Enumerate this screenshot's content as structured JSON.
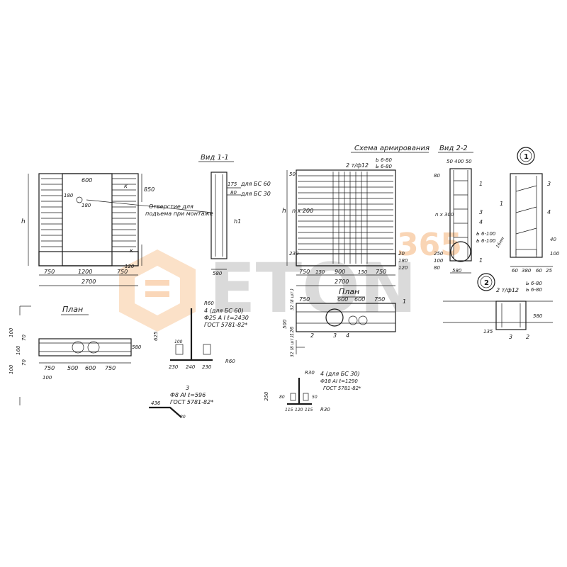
{
  "views": {
    "section_1_1": "Вид 1-1",
    "reinforcement_scheme": "Схема армирования",
    "section_2_2": "Вид 2-2",
    "plan_left": "План",
    "plan_right": "План"
  },
  "callouts": {
    "c1": "1",
    "c2": "2"
  },
  "front": {
    "d600": "600",
    "d850": "850",
    "d180": "180",
    "d180b": "180",
    "d120": "120",
    "k_top": "к",
    "k_bot": "к",
    "h": "h",
    "hole_note": "Отверстие для",
    "hole_note2": "подъема при монтаже",
    "b750a": "750",
    "b1200": "1200",
    "b750b": "750",
    "b2700": "2700"
  },
  "side": {
    "d175": "175",
    "d80": "80",
    "bc60": "для БС 60",
    "bc30": "для БС 30",
    "h1": "h1",
    "d580": "580"
  },
  "scheme": {
    "d50": "50",
    "nx200": "n x 200",
    "d230": "230",
    "h": "h",
    "bars": "2 т/ф12",
    "b6_80a": "Ь 6-80",
    "b6_80b": "Ь 6-80",
    "b750a": "750",
    "b150a": "150",
    "b900": "900",
    "b150b": "150",
    "b750b": "750",
    "b2700": "2700",
    "r20": "20",
    "r180": "180",
    "r120": "120"
  },
  "v22": {
    "top": "50 400 50",
    "d80": "80",
    "nx300": "n x 300",
    "d250": "250",
    "d100": "100",
    "d80b": "80",
    "m1": "1",
    "m3": "3",
    "m4": "4",
    "m1b": "1",
    "b6_100a": "Ь 6-100",
    "b6_100b": "Ь 6-100",
    "d580": "580"
  },
  "c1det": {
    "m3": "3",
    "m1": "1",
    "m4": "4",
    "tag": "16мм",
    "d60": "60",
    "d380": "380",
    "d60b": "60",
    "d40": "40",
    "d100": "100",
    "d25": "25"
  },
  "c2det": {
    "bars": "2 т/ф12",
    "b6_80a": "Ь 6-80",
    "b6_80b": "Ь 6-80",
    "d580": "580",
    "d135": "135",
    "m3": "3",
    "m2": "2"
  },
  "plan_l": {
    "d100": "100",
    "d70": "70",
    "d160": "160",
    "d70b": "70",
    "d100b": "100",
    "d100c": "100",
    "d580": "580",
    "b750a": "750",
    "b500": "500",
    "b600": "600",
    "b750b": "750"
  },
  "bar4": {
    "r60": "R60",
    "mark": "4 (для БС 60)",
    "spec": "Ф25 А I  ℓ=2430",
    "gost": "ГОСТ 5781-82*",
    "d625": "625",
    "d100": "100",
    "d230": "230",
    "d240": "240",
    "d230b": "230",
    "r60b": "R60"
  },
  "bar3": {
    "mark": "3",
    "spec": "Ф8 АI  ℓ=596",
    "gost": "ГОСТ 5781-82*",
    "d436": "436",
    "d80": "80"
  },
  "plan_r": {
    "b750a": "750",
    "b600a": "600",
    "b600b": "600",
    "b750b": "750",
    "d500": "500",
    "d126": "126",
    "d32": "32 (8 шт.)",
    "d32b": "32 (8 шт.)",
    "m1": "1",
    "m2": "2",
    "m3": "3",
    "m4": "4"
  },
  "bar4b": {
    "r30": "R30",
    "mark": "4 (для БС 30)",
    "spec": "Ф18 АI  ℓ=1290",
    "gost": "ГОСТ 5781-82*",
    "d350": "350",
    "d80": "80",
    "d50": "50",
    "d115": "115",
    "d120": "120",
    "d115b": "115",
    "r30b": "R30"
  },
  "watermark": {
    "brand": "ETON",
    "num": "365"
  }
}
